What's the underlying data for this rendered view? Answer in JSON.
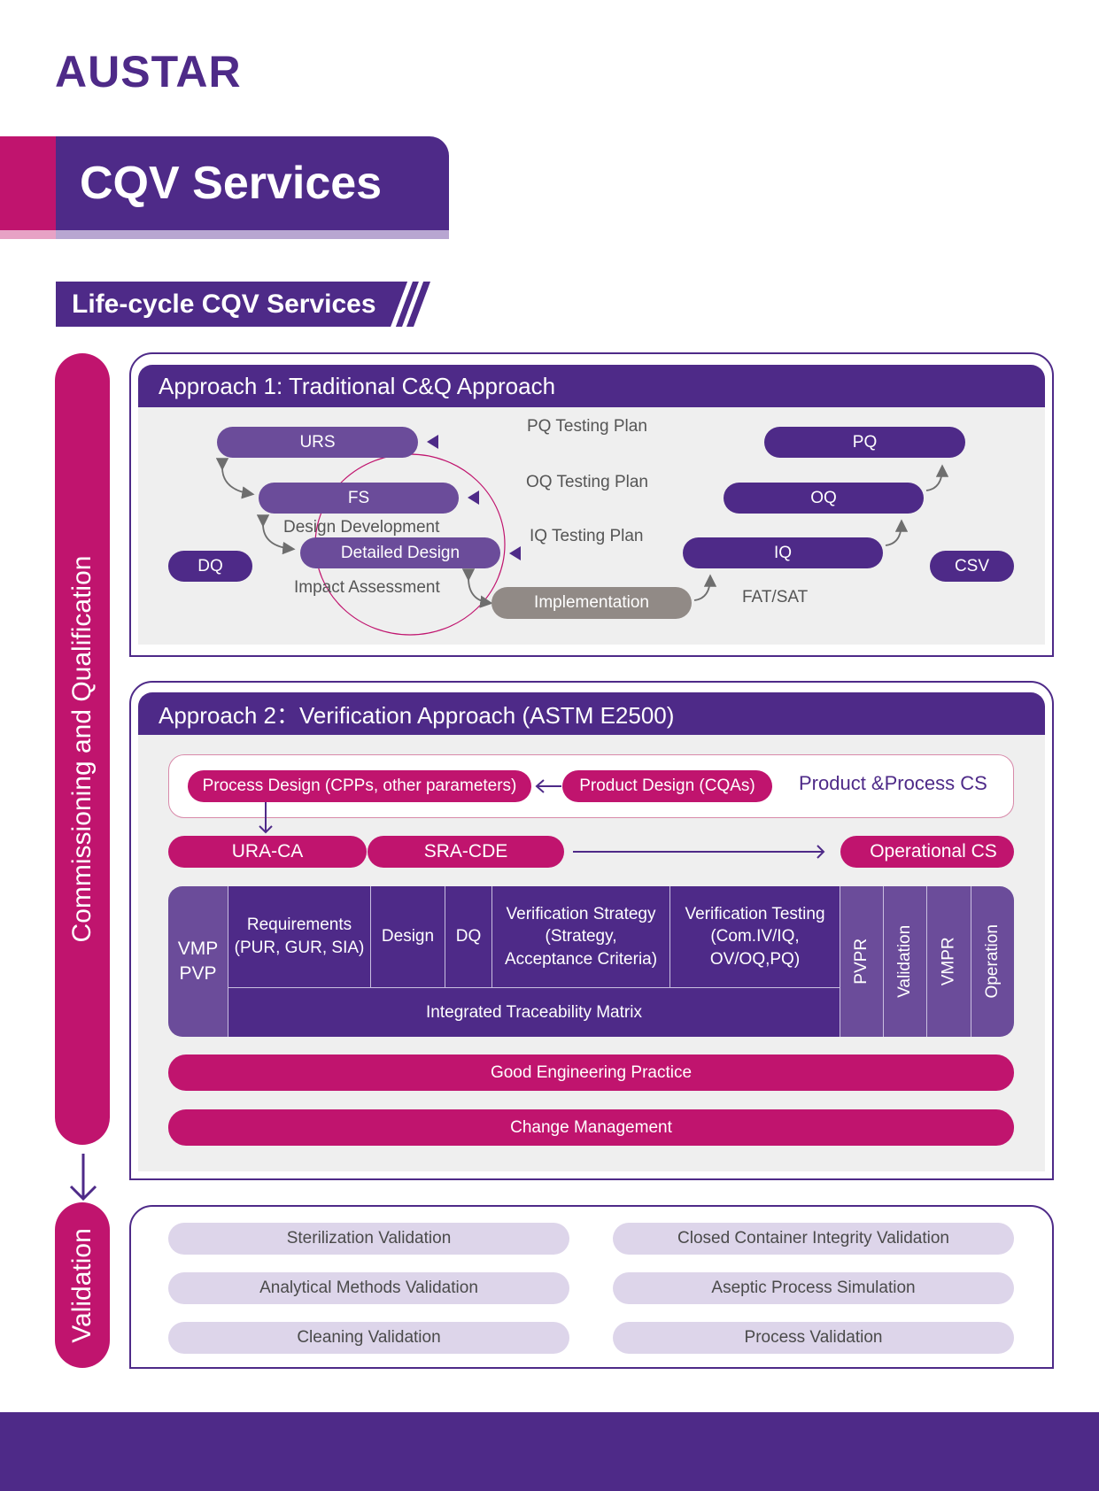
{
  "brand": {
    "logo_text": "AUSTAR"
  },
  "header": {
    "title": "CQV Services",
    "subtitle": "Life-cycle CQV Services"
  },
  "colors": {
    "purple": "#4e2a88",
    "light_purple": "#6b4c9a",
    "magenta": "#c0146e",
    "gray_pill": "#918a86",
    "lavender": "#ddd5ea"
  },
  "side_labels": {
    "cq": "Commissioning and Qualification",
    "validation": "Validation"
  },
  "approach1": {
    "title": "Approach 1: Traditional C&Q Approach",
    "nodes": {
      "urs": "URS",
      "fs": "FS",
      "detailed_design": "Detailed Design",
      "dq": "DQ",
      "implementation": "Implementation",
      "iq": "IQ",
      "oq": "OQ",
      "pq": "PQ",
      "csv": "CSV"
    },
    "labels": {
      "pq_plan": "PQ Testing Plan",
      "oq_plan": "OQ Testing Plan",
      "iq_plan": "IQ Testing Plan",
      "design_dev": "Design Development",
      "impact": "Impact Assessment",
      "fat_sat": "FAT/SAT"
    }
  },
  "approach2": {
    "title": "Approach 2：Verification Approach (ASTM E2500)",
    "process_design": "Process Design (CPPs, other parameters)",
    "product_design": "Product Design (CQAs)",
    "product_process_cs": "Product &Process CS",
    "ura_ca": "URA-CA",
    "sra_cde": "SRA-CDE",
    "operational_cs": "Operational CS",
    "table": {
      "vmp_pvp": [
        "VMP",
        "PVP"
      ],
      "columns": [
        "Requirements\n(PUR, GUR, SIA)",
        "Design",
        "DQ",
        "Verification Strategy\n(Strategy,\nAcceptance Criteria)",
        "Verification Testing\n(Com.IV/IQ,\nOV/OQ,PQ)"
      ],
      "itm": "Integrated Traceability Matrix",
      "vertical": [
        "PVPR",
        "Validation",
        "VMPR",
        "Operation"
      ]
    },
    "gep": "Good Engineering Practice",
    "change_mgmt": "Change Management"
  },
  "validation": {
    "items": [
      "Sterilization Validation",
      "Closed Container Integrity Validation",
      "Analytical Methods Validation",
      "Aseptic Process Simulation",
      "Cleaning Validation",
      "Process Validation"
    ]
  }
}
